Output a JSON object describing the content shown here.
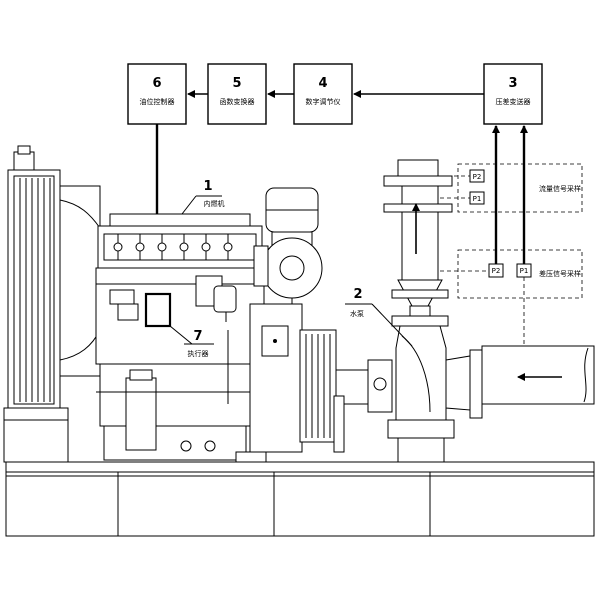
{
  "blocks": {
    "b3": {
      "num": "3",
      "label": "压差变送器"
    },
    "b4": {
      "num": "4",
      "label": "数字调节仪"
    },
    "b5": {
      "num": "5",
      "label": "函数变换器"
    },
    "b6": {
      "num": "6",
      "label": "油位控制器"
    }
  },
  "callouts": {
    "engine": {
      "num": "1",
      "label": "内燃机"
    },
    "pump": {
      "num": "2",
      "label": "水泵"
    },
    "actuator": {
      "num": "7",
      "label": "执行器"
    }
  },
  "taps": {
    "p2_upper": "P2",
    "p1_upper": "P1",
    "p2_lower": "P2",
    "p1_lower": "P1"
  },
  "sensor_labels": {
    "flow_sensor": "流量信号采样",
    "pressure_sensor": "差压信号采样"
  }
}
